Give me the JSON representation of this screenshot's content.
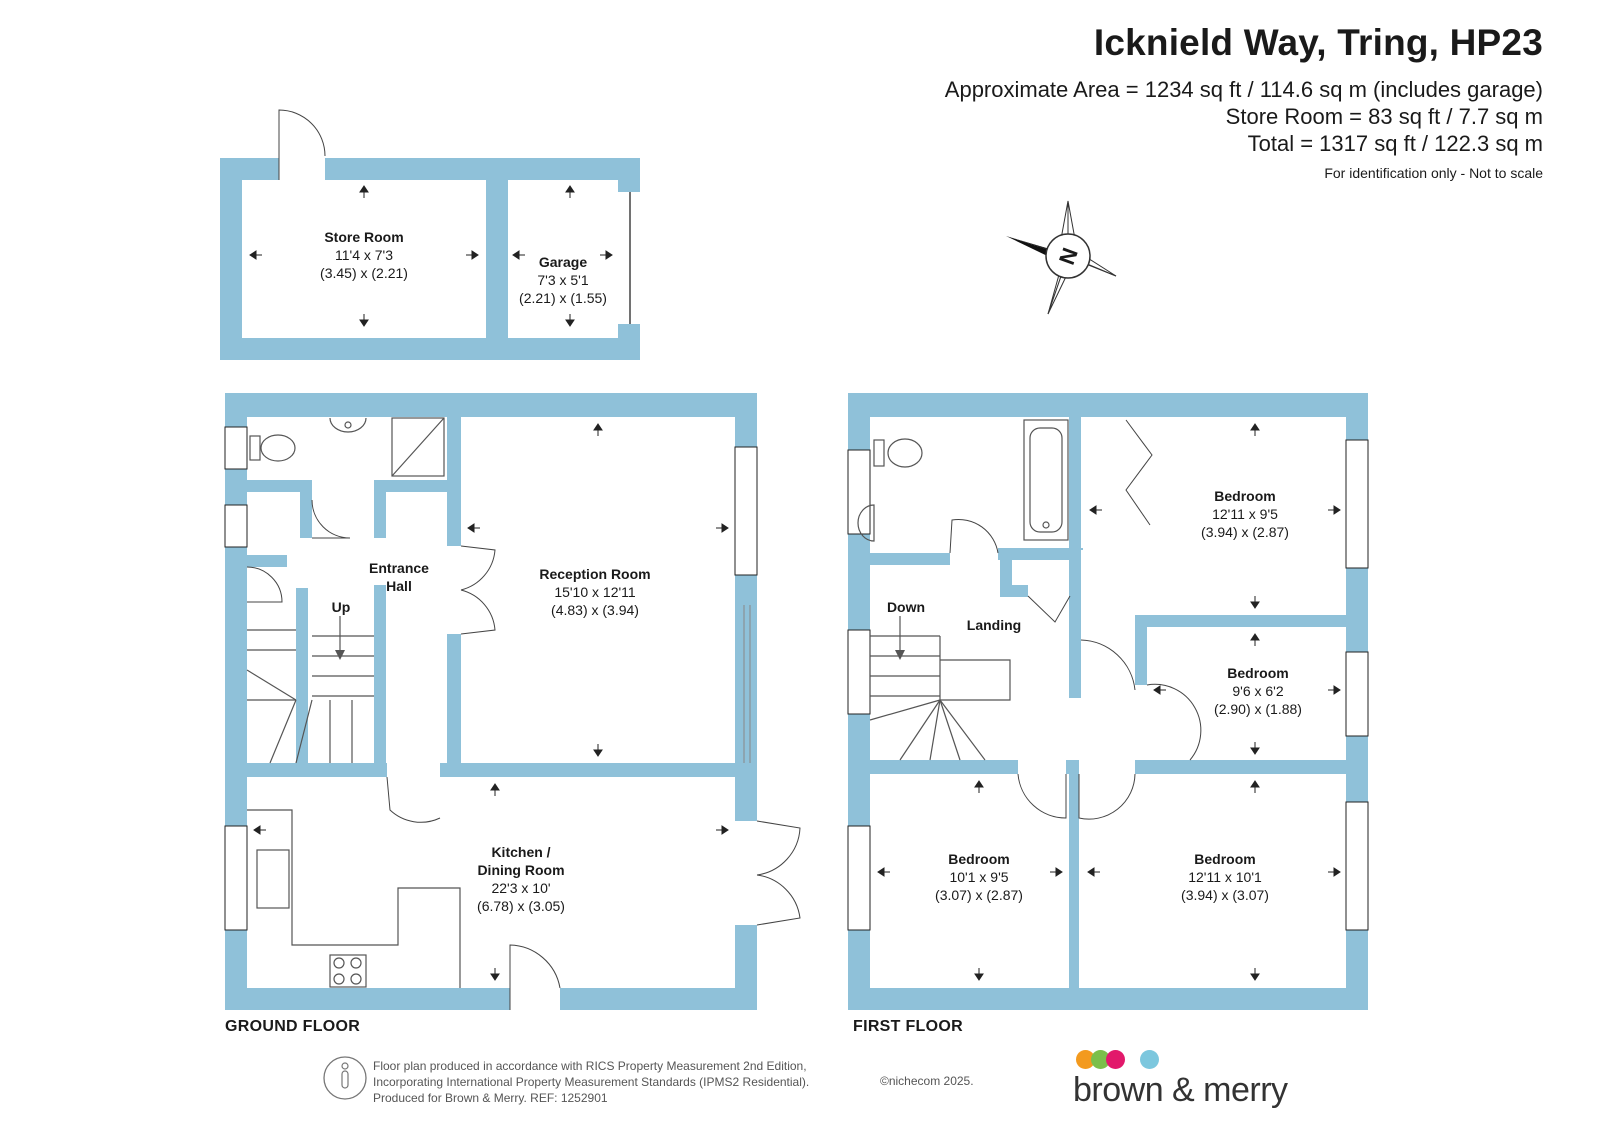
{
  "header": {
    "title": "Icknield Way, Tring, HP23",
    "areas": [
      "Approximate Area = 1234 sq ft / 114.6 sq m (includes garage)",
      "Store Room = 83 sq ft / 7.7 sq m",
      "Total = 1317 sq ft / 122.3 sq m"
    ],
    "disclaimer": "For identification only - Not to scale"
  },
  "compass": {
    "letter": "N"
  },
  "rooms": {
    "store_room": {
      "name": "Store Room",
      "imperial": "11'4 x 7'3",
      "metric": "(3.45) x (2.21)"
    },
    "garage": {
      "name": "Garage",
      "imperial": "7'3 x 5'1",
      "metric": "(2.21) x (1.55)"
    },
    "entrance_hall": {
      "name_line1": "Entrance",
      "name_line2": "Hall"
    },
    "reception": {
      "name": "Reception Room",
      "imperial": "15'10 x 12'11",
      "metric": "(4.83) x (3.94)"
    },
    "kitchen": {
      "name_line1": "Kitchen /",
      "name_line2": "Dining Room",
      "imperial": "22'3 x 10'",
      "metric": "(6.78) x (3.05)"
    },
    "landing": {
      "name": "Landing"
    },
    "bedroom_1": {
      "name": "Bedroom",
      "imperial": "12'11 x 9'5",
      "metric": "(3.94) x (2.87)"
    },
    "bedroom_2": {
      "name": "Bedroom",
      "imperial": "9'6 x 6'2",
      "metric": "(2.90) x (1.88)"
    },
    "bedroom_3": {
      "name": "Bedroom",
      "imperial": "10'1 x 9'5",
      "metric": "(3.07) x (2.87)"
    },
    "bedroom_4": {
      "name": "Bedroom",
      "imperial": "12'11 x 10'1",
      "metric": "(3.94) x (3.07)"
    }
  },
  "stairs": {
    "up": "Up",
    "down": "Down"
  },
  "floors": {
    "ground": "GROUND FLOOR",
    "first": "FIRST FLOOR"
  },
  "footer": {
    "lines": [
      "Floor plan produced in accordance with RICS Property Measurement 2nd Edition,",
      "Incorporating International Property Measurement Standards (IPMS2 Residential).",
      "Produced for Brown & Merry.   REF: 1252901"
    ],
    "copyright": "©nichecom 2025."
  },
  "brand": {
    "name": "brown & merry",
    "dot_colors": [
      "#f39a1e",
      "#7bbf4a",
      "#e2196b",
      "#7cc7de"
    ]
  },
  "colors": {
    "wall": "#8fc1d9"
  }
}
